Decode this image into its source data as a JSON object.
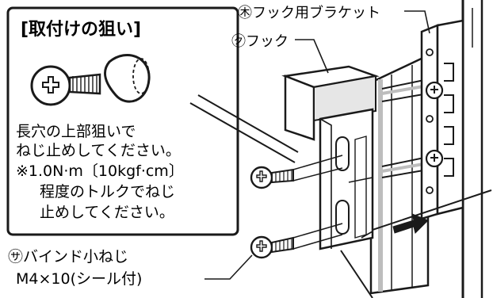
{
  "callout": {
    "title": "[取付けの狙い]",
    "note_lines": [
      "長穴の上部狙いで",
      "ねじ止めしてください。",
      "※1.0N·m〔10kgf·cm〕",
      "程度のトルクでねじ",
      "止めしてください。"
    ]
  },
  "labels": {
    "hook_bracket": "㊍フック用ブラケット",
    "hook": "㋗フック",
    "binding_screw_line1": "㋚バインド小ねじ",
    "binding_screw_line2": "M4×10(シール付)"
  },
  "colors": {
    "line": "#1a1a1a",
    "shadow": "#bdbdbd",
    "light_fill": "#e6e6e6",
    "white": "#ffffff"
  }
}
